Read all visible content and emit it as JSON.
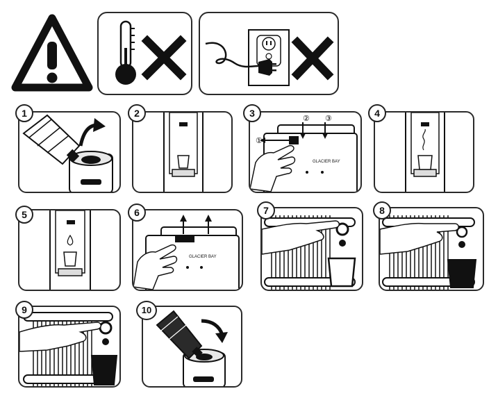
{
  "warning": {
    "icons": [
      "warning-triangle-icon",
      "thermometer-icon",
      "cross-icon",
      "power-outlet-icon",
      "plug-icon",
      "cross-icon"
    ]
  },
  "steps": [
    {
      "number": "1",
      "icons": [
        "water-bottle-icon",
        "curved-arrow-icon"
      ]
    },
    {
      "number": "2",
      "icons": [
        "cup-icon"
      ]
    },
    {
      "number": "3",
      "callouts": [
        "①",
        "②",
        "③"
      ],
      "brand": "GLACIER BAY"
    },
    {
      "number": "4",
      "icons": [
        "steam-icon",
        "cup-icon"
      ]
    },
    {
      "number": "5",
      "icons": [
        "water-drop-icon",
        "cup-icon"
      ]
    },
    {
      "number": "6",
      "brand": "GLACIER BAY",
      "icons": [
        "up-arrow-icon",
        "up-arrow-icon"
      ]
    },
    {
      "number": "7",
      "icons": [
        "hand-icon",
        "cup-icon"
      ]
    },
    {
      "number": "8",
      "icons": [
        "hand-icon",
        "cup-icon"
      ]
    },
    {
      "number": "9",
      "icons": [
        "hand-icon",
        "cup-icon"
      ]
    },
    {
      "number": "10",
      "icons": [
        "water-bottle-icon",
        "curved-arrow-icon"
      ]
    }
  ]
}
